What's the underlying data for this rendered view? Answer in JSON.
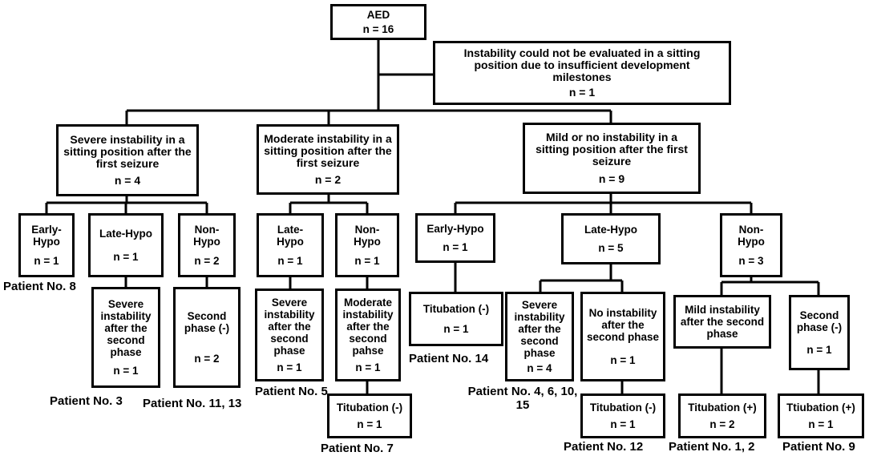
{
  "root": {
    "title": "AED",
    "n": "n = 16"
  },
  "excluded": {
    "text": "Instability could not be evaluated in a sitting position due to insufficient development milestones",
    "n": "n = 1"
  },
  "level1": {
    "severe": {
      "text": "Severe instability in a sitting position after the first seizure",
      "n": "n = 4"
    },
    "moderate": {
      "text": "Moderate instability in a sitting position after the first seizure",
      "n": "n = 2"
    },
    "mild": {
      "text": "Mild or no instability in a sitting position after the first seizure",
      "n": "n = 9"
    }
  },
  "level2": {
    "severe_early": {
      "text": "Early-Hypo",
      "n": "n = 1"
    },
    "severe_late": {
      "text": "Late-Hypo",
      "n": "n = 1"
    },
    "severe_non": {
      "text": "Non-Hypo",
      "n": "n = 2"
    },
    "moderate_late": {
      "text": "Late-Hypo",
      "n": "n = 1"
    },
    "moderate_non": {
      "text": "Non-Hypo",
      "n": "n = 1"
    },
    "mild_early": {
      "text": "Early-Hypo",
      "n": "n = 1"
    },
    "mild_late": {
      "text": "Late-Hypo",
      "n": "n = 5"
    },
    "mild_non": {
      "text": "Non-Hypo",
      "n": "n = 3"
    }
  },
  "level3": {
    "severe_late_phase": {
      "text": "Severe instability after the second phase",
      "n": "n = 1"
    },
    "severe_non_phase": {
      "text": "Second phase (-)",
      "n": "n = 2"
    },
    "moderate_late_phase": {
      "text": "Severe instability after the second phase",
      "n": "n = 1"
    },
    "moderate_non_phase": {
      "text": "Moderate instability after the second pahse",
      "n": "n = 1"
    },
    "mild_early_tit": {
      "text": "Titubation (-)",
      "n": "n = 1"
    },
    "mild_late_severe": {
      "text": "Severe instability after the second phase",
      "n": "n = 4"
    },
    "mild_late_none": {
      "text": "No instability after the second phase",
      "n": "n = 1"
    },
    "mild_non_mild": {
      "text": "Mild instability after the second phase",
      "n": ""
    },
    "mild_non_phase": {
      "text": "Second phase (-)",
      "n": "n = 1"
    }
  },
  "level4": {
    "moderate_non_tit": {
      "text": "Titubation (-)",
      "n": "n = 1"
    },
    "mild_late_none_tit": {
      "text": "Titubation (-)",
      "n": "n = 1"
    },
    "mild_non_mild_tit": {
      "text": "Titubation (+)",
      "n": "n = 2"
    },
    "mild_non_phase_tit": {
      "text": "Ttiubation (+)",
      "n": "n = 1"
    }
  },
  "patients": {
    "p8": "Patient No. 8",
    "p3": "Patient No. 3",
    "p11_13": "Patient No. 11, 13",
    "p5": "Patient No. 5",
    "p7": "Patient No. 7",
    "p14": "Patient No. 14",
    "p4_6_10_15": "Patient No. 4, 6, 10, 15",
    "p12": "Patient No. 12",
    "p1_2": "Patient No. 1, 2",
    "p9": "Patient No. 9"
  }
}
